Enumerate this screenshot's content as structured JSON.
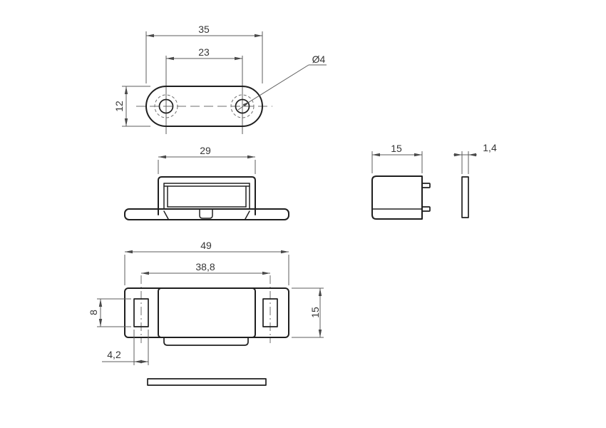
{
  "views": {
    "strike_plate_top": {
      "width": "35",
      "hole_spacing": "23",
      "height": "12",
      "hole_diameter": "Ø4"
    },
    "catch_front": {
      "housing_width": "29"
    },
    "catch_side": {
      "depth": "15"
    },
    "strike_plate_edge": {
      "thickness": "1,4"
    },
    "catch_top": {
      "overall_length": "49",
      "slot_spacing": "38,8",
      "slot_length": "8",
      "width": "15",
      "slot_width": "4,2"
    }
  },
  "colors": {
    "outline": "#1f1f1f",
    "dimension_lines": "#5c5c5c",
    "text": "#363636",
    "background": "#ffffff"
  }
}
